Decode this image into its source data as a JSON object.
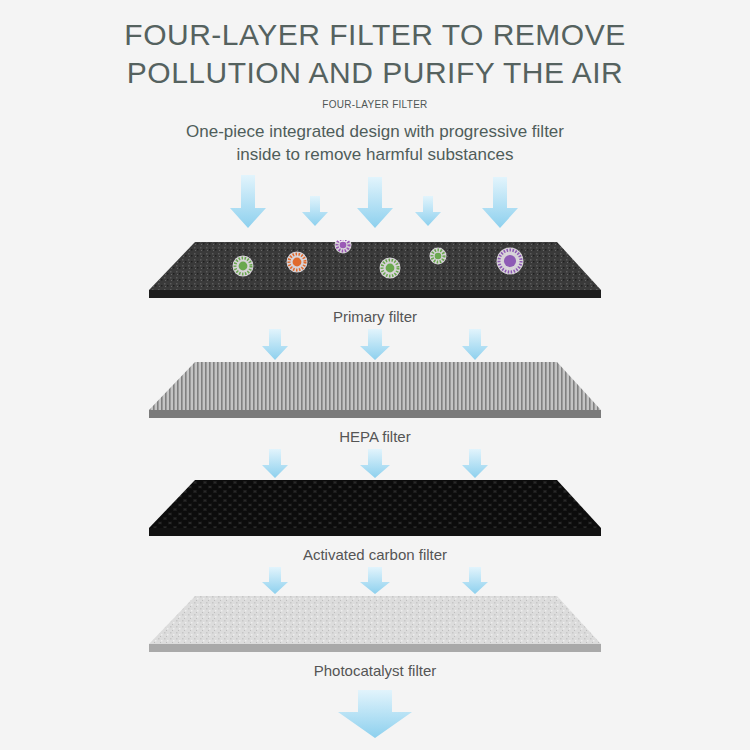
{
  "diagram": {
    "title": "FOUR-LAYER FILTER TO REMOVE POLLUTION AND PURIFY THE AIR",
    "nodes": [
      {
        "text": [
          "Primary filter"
        ]
      },
      {
        "text": [
          "HEPA filter"
        ]
      },
      {
        "text": [
          "Activated carbon filter"
        ]
      },
      {
        "text": [
          "Photocatalyst filter"
        ]
      }
    ],
    "edges": [
      {
        "from": 0,
        "to": 1,
        "arrow": "to"
      },
      {
        "from": 1,
        "to": 2,
        "arrow": "to"
      },
      {
        "from": 2,
        "to": 3,
        "arrow": "to"
      }
    ],
    "labels": [
      "FOUR-LAYER FILTER",
      "One-piece integrated design with progressive filter inside to remove harmful substances"
    ]
  }
}
